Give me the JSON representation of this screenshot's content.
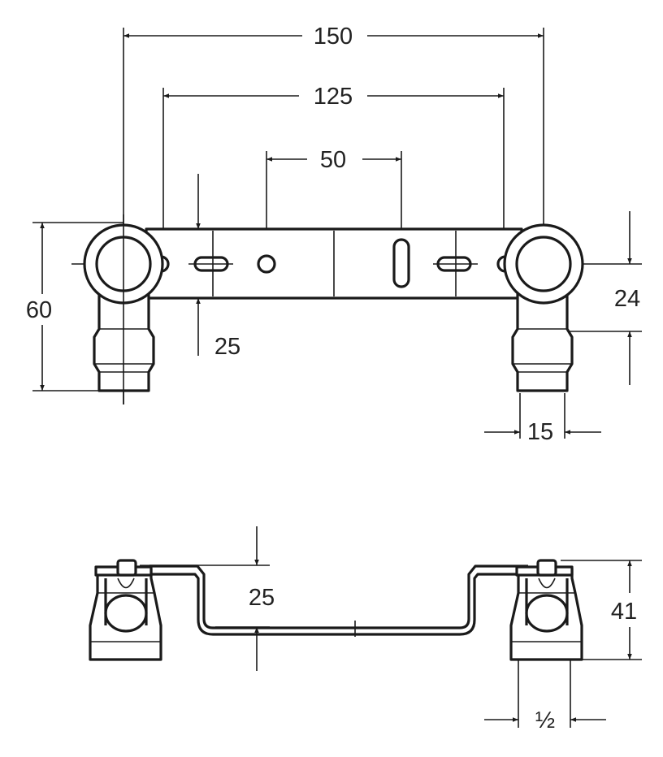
{
  "dimensions": {
    "outer_span": "150",
    "inner_span": "125",
    "center_span": "50",
    "overall_height": "60",
    "center_offset": "24",
    "bracket_offset": "25",
    "pipe_width": "15",
    "profile_depth": "25",
    "fitting_height": "41",
    "thread_size": "½"
  },
  "colors": {
    "line": "#1a1a1a",
    "background": "#ffffff",
    "text": "#222222"
  }
}
